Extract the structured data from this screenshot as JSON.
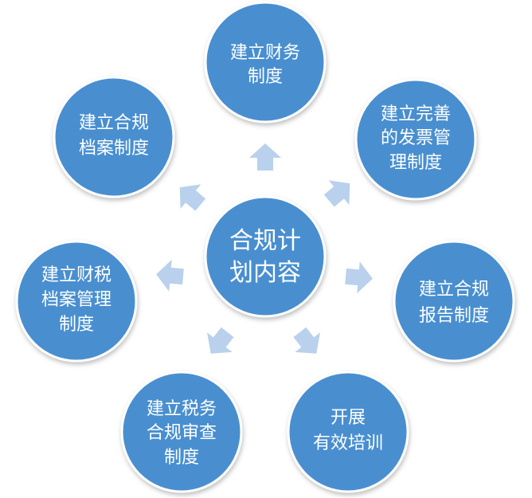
{
  "center": {
    "lines": [
      "合规计",
      "划内容"
    ]
  },
  "nodes": [
    {
      "id": "finance",
      "lines": [
        "建立财务",
        "制度"
      ]
    },
    {
      "id": "invoice",
      "lines": [
        "建立完善",
        "的发票管",
        "理制度"
      ]
    },
    {
      "id": "report",
      "lines": [
        "建立合规",
        "报告制度"
      ]
    },
    {
      "id": "training",
      "lines": [
        "开展",
        "有效培训"
      ]
    },
    {
      "id": "tax-audit",
      "lines": [
        "建立税务",
        "合规审查",
        "制度"
      ]
    },
    {
      "id": "tax-archive",
      "lines": [
        "建立财税",
        "档案管理",
        "制度"
      ]
    },
    {
      "id": "archive",
      "lines": [
        "建立合规",
        "档案制度"
      ]
    }
  ],
  "colors": {
    "circle_fill": "#4a8fd0",
    "circle_stroke": "#ffffff",
    "arrow_fill": "#b9d1ec",
    "text": "#ffffff"
  }
}
